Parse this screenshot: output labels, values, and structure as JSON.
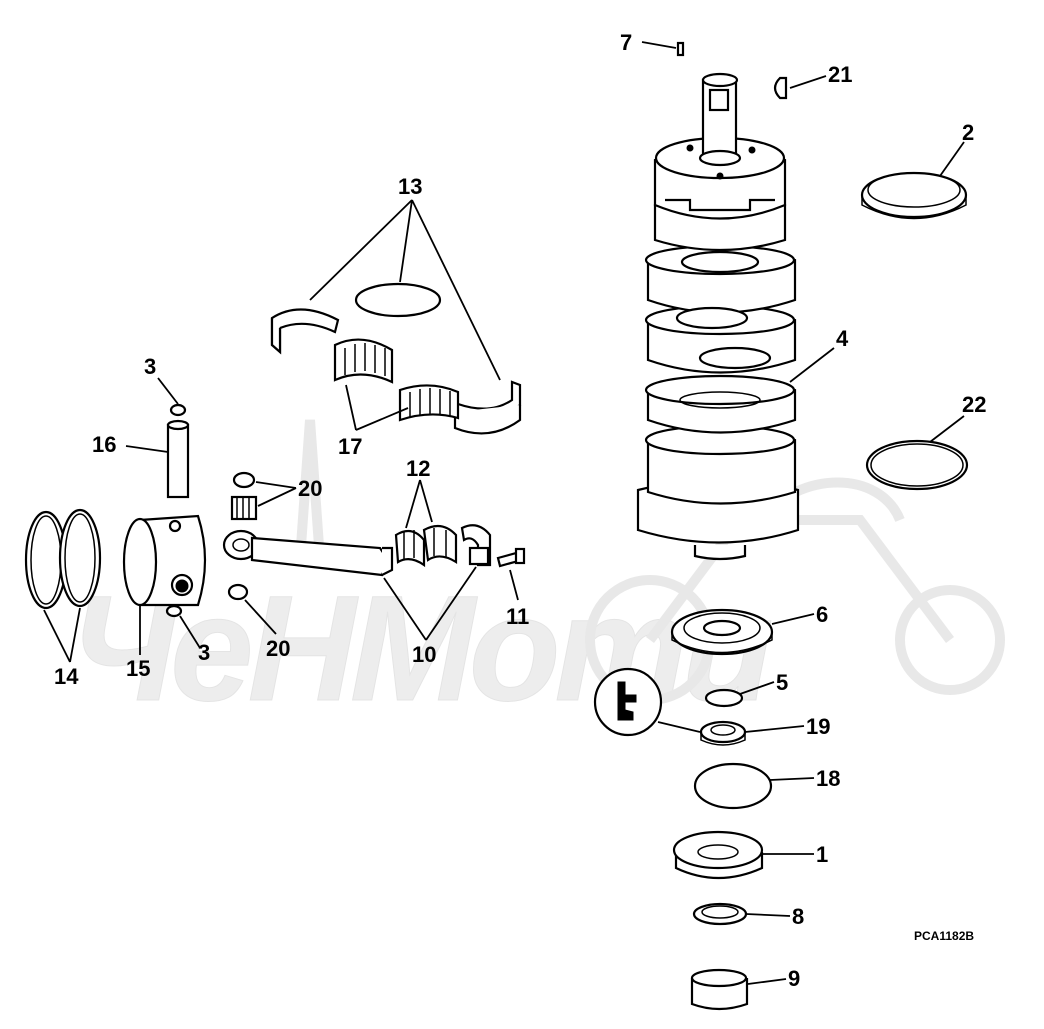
{
  "diagram": {
    "drawing_code": "PCA1182B",
    "watermark_text": "ЧеНМоти",
    "callouts": [
      {
        "id": "c7",
        "label": "7"
      },
      {
        "id": "c21",
        "label": "21"
      },
      {
        "id": "c2",
        "label": "2"
      },
      {
        "id": "c13",
        "label": "13"
      },
      {
        "id": "c4",
        "label": "4"
      },
      {
        "id": "c3a",
        "label": "3"
      },
      {
        "id": "c22",
        "label": "22"
      },
      {
        "id": "c16",
        "label": "16"
      },
      {
        "id": "c17",
        "label": "17"
      },
      {
        "id": "c12",
        "label": "12"
      },
      {
        "id": "c20a",
        "label": "20"
      },
      {
        "id": "c11",
        "label": "11"
      },
      {
        "id": "c6",
        "label": "6"
      },
      {
        "id": "c3b",
        "label": "3"
      },
      {
        "id": "c20b",
        "label": "20"
      },
      {
        "id": "c10",
        "label": "10"
      },
      {
        "id": "c14",
        "label": "14"
      },
      {
        "id": "c15",
        "label": "15"
      },
      {
        "id": "c5",
        "label": "5"
      },
      {
        "id": "c19",
        "label": "19"
      },
      {
        "id": "c18",
        "label": "18"
      },
      {
        "id": "c1",
        "label": "1"
      },
      {
        "id": "c8",
        "label": "8"
      },
      {
        "id": "c9",
        "label": "9"
      }
    ]
  }
}
